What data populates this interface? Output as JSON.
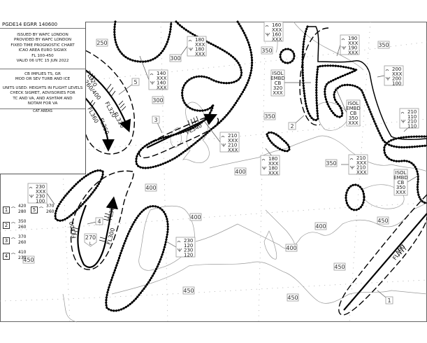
{
  "header": {
    "code": "PGDE14 EGRR 140600"
  },
  "legend": {
    "issued": [
      "ISSUED BY WAFC LONDON",
      "PROVIDED BY WAFC LONDON",
      "FIXED TIME PROGNOSTIC CHART",
      "ICAO AREA EURO SIGWX",
      "FL 100-450",
      "VALID 06 UTC 15 JUN 2022"
    ],
    "notes": [
      "CB IMPLIES TS, GR",
      "MOD OR SEV TURB AND ICE"
    ],
    "units": [
      "UNITS USED: HEIGHTS IN FLIGHT LEVELS",
      "CHECK SIGMET, ADVISORIES FOR",
      "TC AND VA, AND ASHTAM AND",
      "NOTAM FOR VA"
    ],
    "cat_title": "CAT AREAS",
    "cat_areas": [
      {
        "id": "1",
        "top": "420",
        "bottom": "280"
      },
      {
        "id": "5",
        "top": "370",
        "bottom": "260"
      },
      {
        "id": "2",
        "top": "350",
        "bottom": "260"
      },
      {
        "id": "3",
        "top": "370",
        "bottom": "260"
      },
      {
        "id": "4",
        "top": "410",
        "bottom": "230"
      }
    ]
  },
  "tropopause_heights": [
    "250",
    "300",
    "300",
    "350",
    "350",
    "350",
    "350",
    "400",
    "400",
    "400",
    "400",
    "400",
    "450",
    "450",
    "450",
    "450",
    "450"
  ],
  "tropopause_low": {
    "value": "270",
    "symbol": "L"
  },
  "icing_turb_boxes": [
    {
      "lines": [
        "180",
        "XXX",
        "180",
        "XXX"
      ]
    },
    {
      "lines": [
        "140",
        "XXX",
        "140",
        "XXX"
      ]
    },
    {
      "lines": [
        "160",
        "XXX",
        "160",
        "XXX"
      ]
    },
    {
      "lines": [
        "190",
        "XXX",
        "190",
        "XXX"
      ]
    },
    {
      "lines": [
        "200",
        "XXX",
        "200",
        "100"
      ]
    },
    {
      "lines": [
        "210",
        "110",
        "210",
        "110"
      ]
    },
    {
      "lines": [
        "210",
        "XXX",
        "210",
        "XXX"
      ]
    },
    {
      "lines": [
        "180",
        "XXX",
        "180",
        "XXX"
      ]
    },
    {
      "lines": [
        "210",
        "XXX",
        "210",
        "XXX"
      ]
    },
    {
      "lines": [
        "230",
        "XXX",
        "230",
        "100"
      ]
    },
    {
      "lines": [
        "230",
        "120",
        "230",
        "120"
      ]
    }
  ],
  "cb_boxes": [
    {
      "lines": [
        "ISOL",
        "EMBD",
        "CB",
        "320",
        "XXX"
      ]
    },
    {
      "lines": [
        "ISOL",
        "EMBD",
        "CB",
        "350",
        "XXX"
      ]
    },
    {
      "lines": [
        "ISOL",
        "EMBD",
        "CB",
        "350",
        "XXX"
      ]
    }
  ],
  "cat_markers": [
    "5",
    "3",
    "2",
    "4",
    "1"
  ],
  "jet_labels": [
    "FL320",
    "260/400",
    "FL320",
    "FL320",
    "FL360",
    "FL360",
    "FL340",
    "FL300",
    "FL300",
    "FL300",
    "FL390"
  ],
  "colors": {
    "line": "#000000",
    "coast": "#999999",
    "frame": "#666666"
  }
}
